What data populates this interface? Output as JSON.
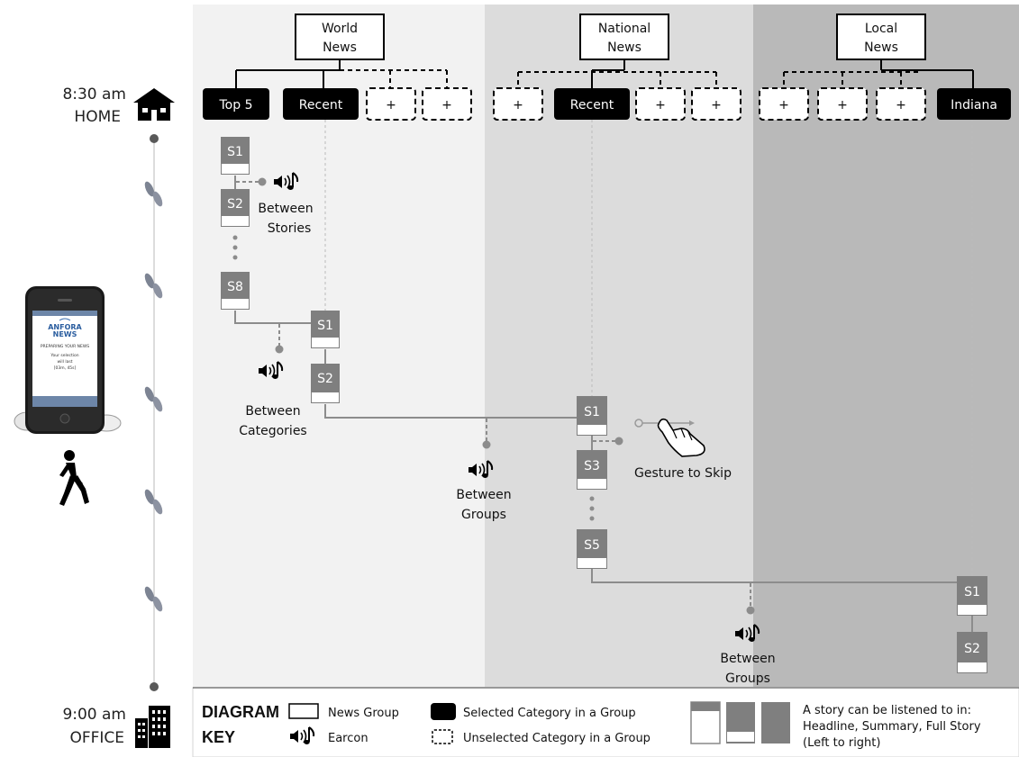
{
  "groups": [
    {
      "title_line1": "World",
      "title_line2": "News"
    },
    {
      "title_line1": "National",
      "title_line2": "News"
    },
    {
      "title_line1": "Local",
      "title_line2": "News"
    }
  ],
  "categories": {
    "world": [
      "Top 5",
      "Recent",
      "+",
      "+"
    ],
    "national": [
      "+",
      "Recent",
      "+",
      "+"
    ],
    "local": [
      "+",
      "+",
      "+",
      "Indiana"
    ]
  },
  "stories": {
    "world_top5": [
      "S1",
      "S2",
      "S8"
    ],
    "world_recent": [
      "S1",
      "S2"
    ],
    "national_recent": [
      "S1",
      "S3",
      "S5"
    ],
    "local_indiana": [
      "S1",
      "S2"
    ]
  },
  "labels": {
    "between_stories_1": "Between",
    "between_stories_2": "Stories",
    "between_categories_1": "Between",
    "between_categories_2": "Categories",
    "between_groups_1": "Between",
    "between_groups_2": "Groups",
    "gesture": "Gesture to Skip"
  },
  "timeline": {
    "start_time": "8:30 am",
    "start_place": "HOME",
    "end_time": "9:00 am",
    "end_place": "OFFICE"
  },
  "phone": {
    "brand_line1": "ANFORA",
    "brand_line2": "NEWS",
    "status": "PREPARING YOUR NEWS",
    "line1": "Your selection",
    "line2": "will last",
    "line3": "[03m, 45s]"
  },
  "key": {
    "title_line1": "DIAGRAM",
    "title_line2": "KEY",
    "news_group": "News Group",
    "earcon": "Earcon",
    "selected": "Selected Category in a Group",
    "unselected": "Unselected  Category in a Group",
    "story_line1": "A story can be listened to in:",
    "story_line2": "Headline, Summary, Full Story",
    "story_line3": "(Left to right)"
  },
  "colors": {
    "world_bg": "#f2f2f2",
    "national_bg": "#dcdcdc",
    "local_bg": "#b9b9b9",
    "story_box": "#7f7f7f",
    "selected_category": "#000000"
  }
}
